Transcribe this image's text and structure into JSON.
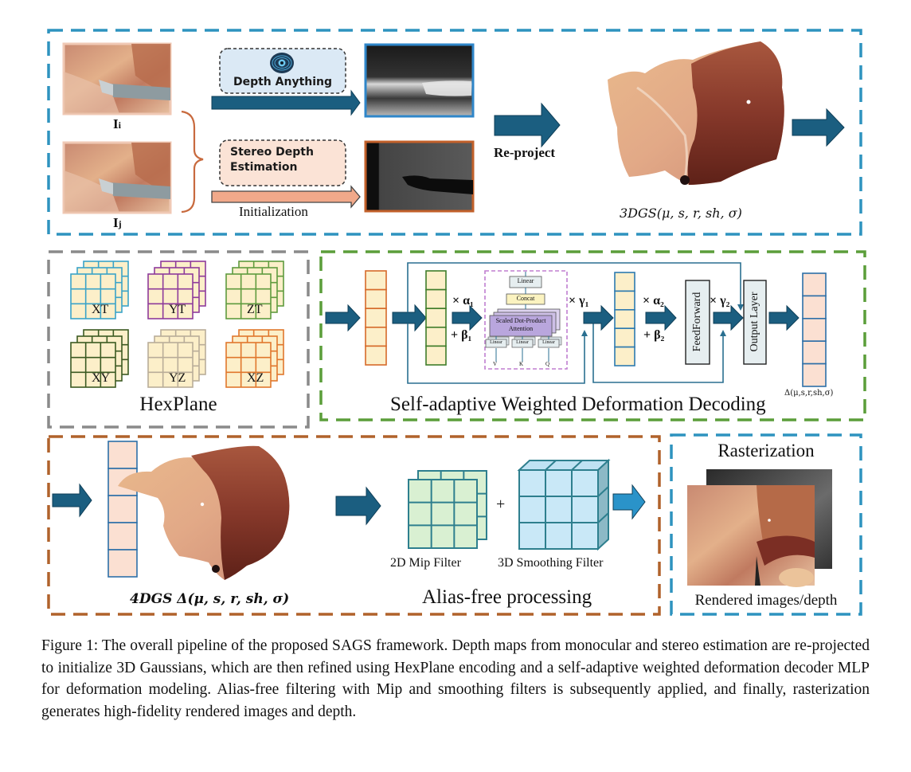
{
  "figure": {
    "stage1": {
      "left_image_label": "I",
      "left_image_sub": "i",
      "right_image_label": "I",
      "right_image_sub": "j",
      "depth_anything_label": "Depth Anything",
      "stereo_label_line1": "Stereo Depth",
      "stereo_label_line2": "Estimation",
      "initialization_label": "Initialization",
      "reproject_label": "Re-project",
      "gaussian_label": "3DGS(μ, s, r, sh, σ)",
      "border_color": "#2e93bf"
    },
    "hexplane": {
      "title": "HexPlane",
      "planes": [
        {
          "label": "XT",
          "color": "#3aa3c8"
        },
        {
          "label": "YT",
          "color": "#8e3b9b"
        },
        {
          "label": "ZT",
          "color": "#5f9b3e"
        },
        {
          "label": "XY",
          "color": "#3b5a22"
        },
        {
          "label": "YZ",
          "color": "#b9ad99"
        },
        {
          "label": "XZ",
          "color": "#e0772d"
        }
      ],
      "border_color": "#8a8a8a"
    },
    "decoder": {
      "title": "Self-adaptive Weighted Deformation Decoding",
      "alpha1": "× α₁",
      "beta1": "+ β₁",
      "gamma1": "× γ₁",
      "alpha2": "× α₂",
      "beta2": "+ β₂",
      "gamma2": "× γ₂",
      "attention": {
        "linear_top": "Linear",
        "concat": "Concat",
        "sdpa_line1": "Scaled Dot-Product",
        "sdpa_line2": "Attention",
        "linear_inputs": [
          "Linear",
          "Linear",
          "Linear"
        ],
        "inputs": [
          "V",
          "K",
          "Q"
        ]
      },
      "feedforward": "FeedForward",
      "output_layer": "Output Layer",
      "output_label": "Δ(μ,s,r,sh,σ)",
      "border_color": "#5b9e3a"
    },
    "alias_free": {
      "gaussian4d_label": "4DGS Δ(μ, s, r, sh, σ)",
      "mip_label": "2D Mip Filter",
      "plus": "+",
      "smoothing_label": "3D Smoothing Filter",
      "title": "Alias-free processing",
      "border_color": "#b0622b"
    },
    "raster": {
      "title": "Rasterization",
      "subtitle": "Rendered images/depth",
      "border_color": "#2e93bf"
    }
  },
  "caption": {
    "text": "Figure 1: The overall pipeline of the proposed SAGS framework. Depth maps from monocular and stereo estimation are re-projected to initialize 3D Gaussians, which are then refined using HexPlane encoding and a self-adaptive weighted deformation decoder MLP for deformation modeling. Alias-free filtering with Mip and smoothing filters is subsequently applied, and finally, rasterization generates high-fidelity rendered images and depth."
  }
}
